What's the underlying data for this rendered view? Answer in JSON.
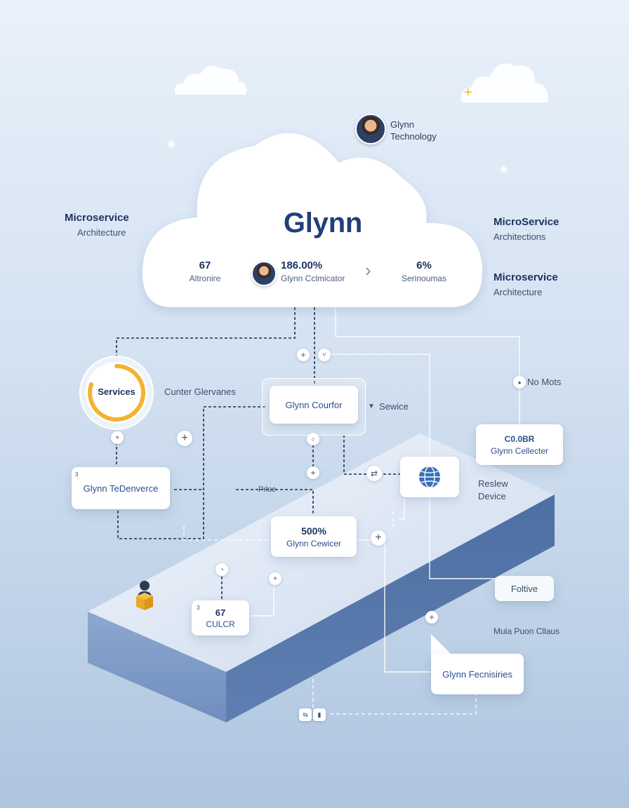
{
  "top_brand": {
    "name": "Glynn",
    "subtitle": "Technology"
  },
  "cloud": {
    "title": "Glynn",
    "stats": [
      {
        "value": "67",
        "label": "Altronire"
      },
      {
        "value": "186.00%",
        "label": "Glynn Cclmicator"
      },
      {
        "value": "6%",
        "label": "Serinoumas"
      }
    ]
  },
  "left_heading": {
    "title": "Microservice",
    "subtitle": "Architecture"
  },
  "right_heading_1": {
    "title": "MicroService",
    "subtitle": "Architections"
  },
  "right_heading_2": {
    "title": "Microservice",
    "subtitle": "Architecture"
  },
  "services_ring": {
    "label": "Services",
    "caption": "Cunter Glervanes",
    "accent": "#f3b330"
  },
  "courier": {
    "label": "Glynn Courfor",
    "side_label": "Sewice"
  },
  "no_mots": "No Mots",
  "cellecter": {
    "title": "C0.0BR",
    "label": "Glynn Cellecter"
  },
  "globe": {
    "icon": "globe-icon"
  },
  "reslew": {
    "title": "Reslew",
    "subtitle": "Device"
  },
  "tedenverce": {
    "label": "Glynn TeDenverce",
    "num": "3"
  },
  "price": "Prlce",
  "cewicer": {
    "value": "500%",
    "label": "Glynn Cewicer"
  },
  "foltive": "Foltive",
  "culcr": {
    "num": "3",
    "value": "67",
    "label": "CULCR"
  },
  "mula": "Mula Puon Cllaus",
  "fecnisiries": "Glynn Fecnisiries",
  "colors": {
    "brand": "#2a4f8f",
    "accent": "#f3b330",
    "platform": "#5d7fb0",
    "line": "#1c2f57"
  }
}
